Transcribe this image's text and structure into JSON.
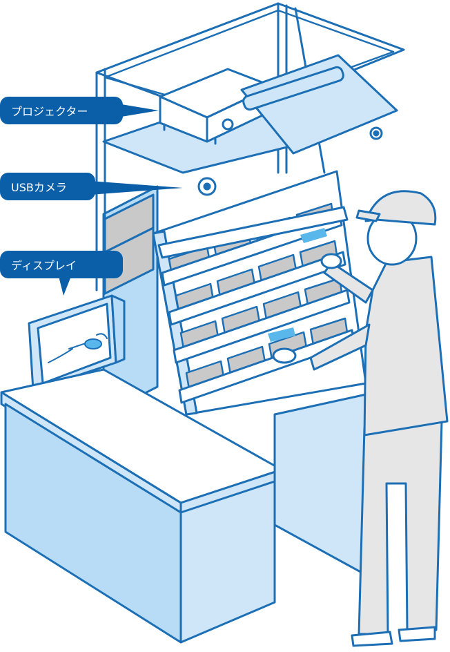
{
  "labels": {
    "projector": "プロジェクター",
    "usb_camera": "USBカメラ",
    "display": "ディスプレイ"
  },
  "colors": {
    "line": "#1c6fb5",
    "fill_light": "#cfe6f8",
    "fill_mid": "#b8dcf6",
    "bin_gray": "#c9c9c9",
    "white": "#ffffff",
    "callout": "#0b5fa8",
    "highlight": "#5ab7ec",
    "worker": "#e6e6e6"
  }
}
